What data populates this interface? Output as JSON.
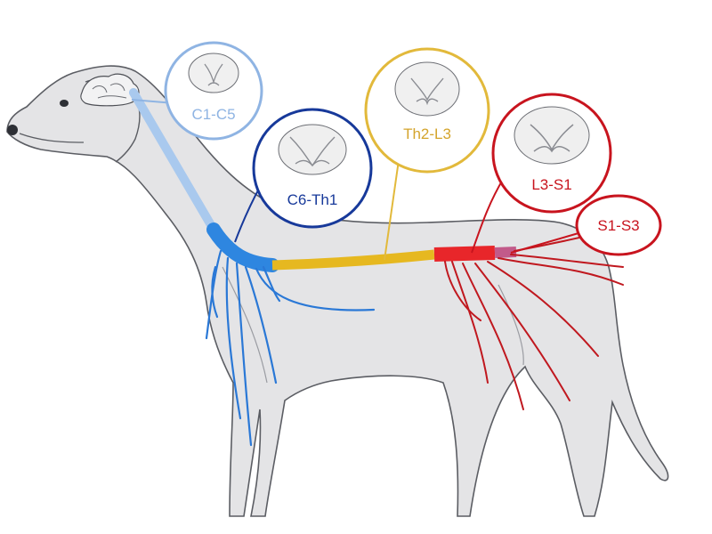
{
  "segments": [
    {
      "id": "c1-c5",
      "label": "C1-C5",
      "color": "#8fb4e3"
    },
    {
      "id": "c6-th1",
      "label": "C6-Th1",
      "color": "#17399a"
    },
    {
      "id": "th2-l3",
      "label": "Th2-L3",
      "color": "#e2b93b"
    },
    {
      "id": "l3-s1",
      "label": "L3-S1",
      "color": "#c8141e"
    },
    {
      "id": "s1-s3",
      "label": "S1-S3",
      "color": "#c8141e"
    }
  ],
  "cord_colors": {
    "cervical_upper": "#a9c9ee",
    "cervical_lower": "#2e86e0",
    "thoracolumbar": "#e6b820",
    "lumbosacral": "#e8262a",
    "sacral": "#c25a8a",
    "nerves_front": "#2a78d6",
    "nerves_hind": "#c0181f"
  }
}
